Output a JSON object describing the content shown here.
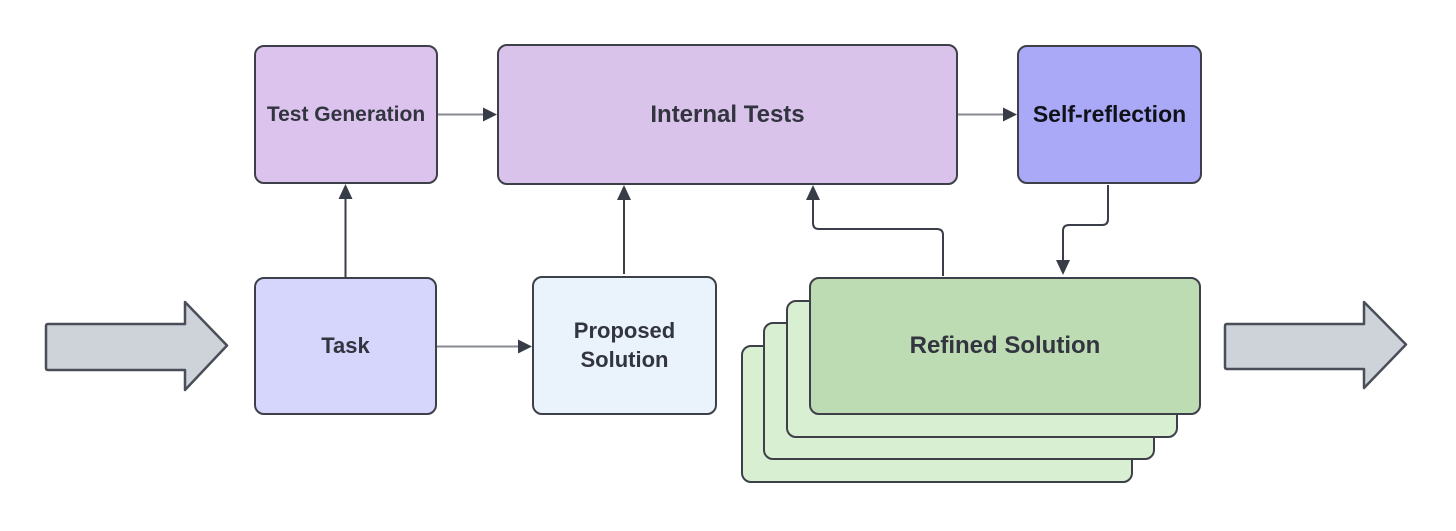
{
  "diagram": {
    "nodes": {
      "test_generation": {
        "label": "Test Generation",
        "fill": "#dbc3ee"
      },
      "internal_tests": {
        "label": "Internal Tests",
        "fill": "#d9c3eb"
      },
      "self_reflection": {
        "label": "Self-reflection",
        "fill": "#a9a9f8"
      },
      "task": {
        "label": "Task",
        "fill": "#d6d5fb"
      },
      "proposed_solution": {
        "label": "Proposed Solution",
        "fill": "#eaf2fb"
      },
      "refined_solution": {
        "label": "Refined Solution",
        "fill": "#bedcb4",
        "stack_fill": "#d8efd1",
        "stack_count": 4
      }
    },
    "connections": [
      {
        "from": "task",
        "to": "test_generation"
      },
      {
        "from": "test_generation",
        "to": "internal_tests"
      },
      {
        "from": "internal_tests",
        "to": "self_reflection"
      },
      {
        "from": "task",
        "to": "proposed_solution"
      },
      {
        "from": "proposed_solution",
        "to": "internal_tests"
      },
      {
        "from": "refined_solution",
        "to": "internal_tests"
      },
      {
        "from": "self_reflection",
        "to": "refined_solution"
      }
    ],
    "colors": {
      "node_border": "#3d4049",
      "connector_dark": "#3a3e48",
      "connector_gray": "#878a93",
      "arrowhead": "#383c46",
      "flow_arrow_fill": "#ced3da",
      "flow_arrow_border": "#4a4e59",
      "background": "#ffffff",
      "text": "#32353f"
    }
  }
}
